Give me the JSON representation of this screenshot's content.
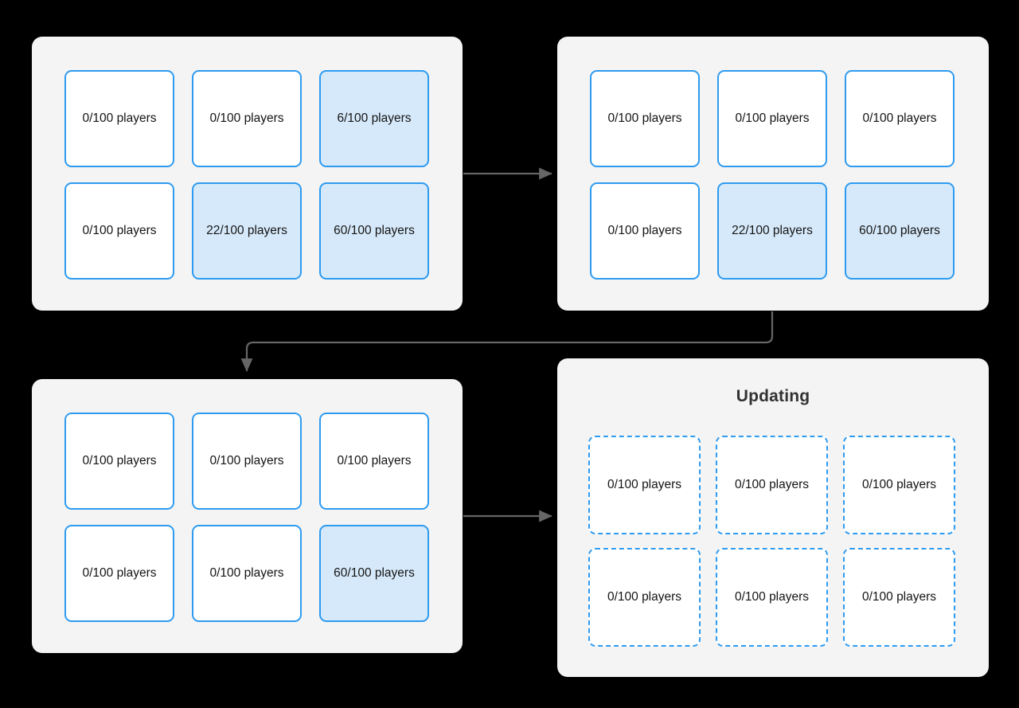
{
  "page": {
    "background_color": "#000000",
    "panel_color": "#f4f4f4",
    "accent_color": "#2e9bf0",
    "active_fill_color": "#d6e9fa",
    "arrow_color": "#666666",
    "text_color": "#141414"
  },
  "panels": [
    {
      "id": "panel-a",
      "name": "shard-grid-initial",
      "title": "",
      "cells": [
        {
          "label": "0/100 players",
          "state": "idle"
        },
        {
          "label": "0/100 players",
          "state": "idle"
        },
        {
          "label": "6/100 players",
          "state": "active"
        },
        {
          "label": "0/100 players",
          "state": "idle"
        },
        {
          "label": "22/100 players",
          "state": "active"
        },
        {
          "label": "60/100 players",
          "state": "active"
        }
      ]
    },
    {
      "id": "panel-b",
      "name": "shard-grid-drained",
      "title": "",
      "cells": [
        {
          "label": "0/100 players",
          "state": "idle"
        },
        {
          "label": "0/100 players",
          "state": "idle"
        },
        {
          "label": "0/100 players",
          "state": "idle"
        },
        {
          "label": "0/100 players",
          "state": "idle"
        },
        {
          "label": "22/100 players",
          "state": "active"
        },
        {
          "label": "60/100 players",
          "state": "active"
        }
      ]
    },
    {
      "id": "panel-c",
      "name": "shard-grid-single-active",
      "title": "",
      "cells": [
        {
          "label": "0/100 players",
          "state": "idle"
        },
        {
          "label": "0/100 players",
          "state": "idle"
        },
        {
          "label": "0/100 players",
          "state": "idle"
        },
        {
          "label": "0/100 players",
          "state": "idle"
        },
        {
          "label": "0/100 players",
          "state": "idle"
        },
        {
          "label": "60/100 players",
          "state": "active"
        }
      ]
    },
    {
      "id": "panel-d",
      "name": "shard-grid-updating",
      "title": "Updating",
      "cells": [
        {
          "label": "0/100 players",
          "state": "pending"
        },
        {
          "label": "0/100 players",
          "state": "pending"
        },
        {
          "label": "0/100 players",
          "state": "pending"
        },
        {
          "label": "0/100 players",
          "state": "pending"
        },
        {
          "label": "0/100 players",
          "state": "pending"
        },
        {
          "label": "0/100 players",
          "state": "pending"
        }
      ]
    }
  ],
  "arrows": [
    {
      "name": "arrow-a-to-b",
      "kind": "straight-right"
    },
    {
      "name": "arrow-b-to-c",
      "kind": "elbow-down-left"
    },
    {
      "name": "arrow-c-to-d",
      "kind": "straight-right"
    }
  ]
}
